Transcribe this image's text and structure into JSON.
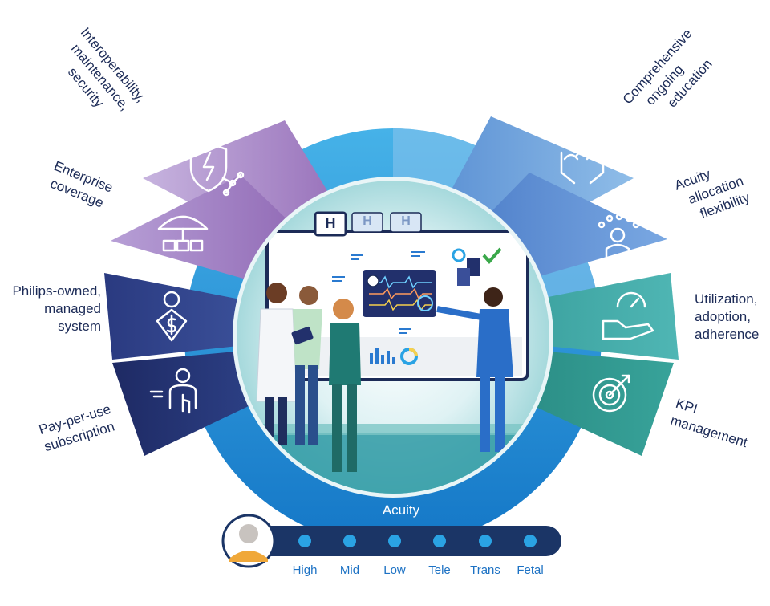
{
  "left_segments": [
    {
      "lines": [
        "Interoperability,",
        "maintenance,",
        "security"
      ],
      "icon": "shield-bolt-network-icon"
    },
    {
      "lines": [
        "Enterprise",
        "coverage"
      ],
      "icon": "umbrella-hospitals-icon"
    },
    {
      "lines": [
        "Philips-owned,",
        "managed",
        "system"
      ],
      "icon": "person-dollar-icon"
    },
    {
      "lines": [
        "Pay-per-use",
        "subscription"
      ],
      "icon": "tap-user-icon"
    }
  ],
  "right_segments": [
    {
      "lines": [
        "Comprehensive",
        "ongoing",
        "education"
      ],
      "icon": "hands-group-icon"
    },
    {
      "lines": [
        "Acuity",
        "allocation",
        "flexibility"
      ],
      "icon": "person-options-icon"
    },
    {
      "lines": [
        "Utilization,",
        "adoption,",
        "adherence"
      ],
      "icon": "hand-gauge-icon"
    },
    {
      "lines": [
        "KPI",
        "management"
      ],
      "icon": "target-arrow-icon"
    }
  ],
  "center": {
    "hospital_tabs": [
      "H",
      "H",
      "H"
    ]
  },
  "acuity": {
    "title": "Acuity",
    "levels": [
      "High",
      "Mid",
      "Low",
      "Tele",
      "Trans",
      "Fetal"
    ]
  },
  "colors": {
    "purple_light": "#b59ad0",
    "purple": "#8c62b0",
    "navy_mid": "#3a4f99",
    "navy_dark": "#22306c",
    "blue_light": "#7fb0e0",
    "blue_mid": "#5b8fd4",
    "teal": "#2f9aa4",
    "teal_dark": "#23877f",
    "ring_blue": "#1c9ad8",
    "text_navy": "#1c2b57",
    "acuity_bar": "#1b3566",
    "acuity_dot": "#2aa3e4",
    "level_text": "#1d72c4"
  }
}
